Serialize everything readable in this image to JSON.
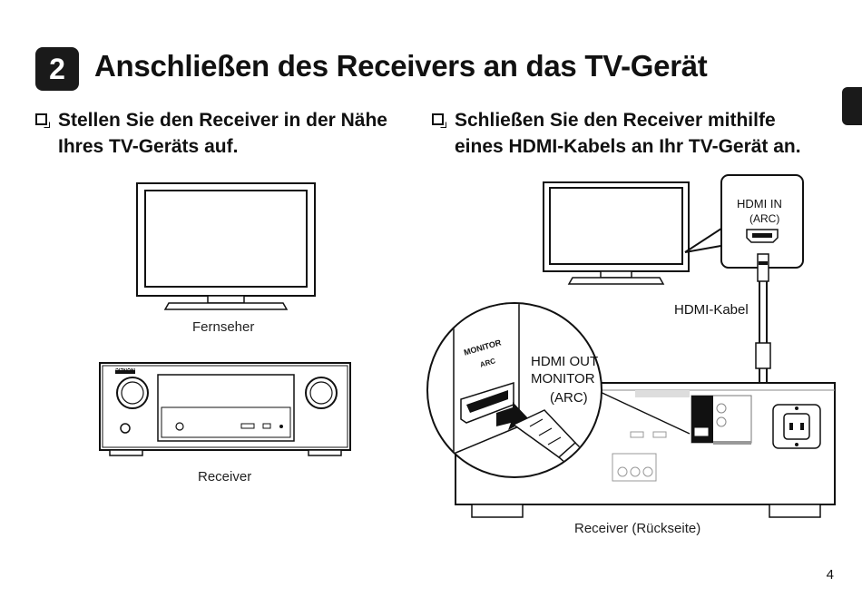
{
  "header": {
    "step_number": "2",
    "title": "Anschließen des Receivers an das TV-Gerät"
  },
  "instructions": [
    {
      "line1": "Stellen Sie den Receiver in der Nähe",
      "line2": "Ihres TV-Geräts auf."
    },
    {
      "line1": "Schließen Sie den Receiver mithilfe",
      "line2": "eines HDMI-Kabels an Ihr TV-Gerät an."
    }
  ],
  "left_diagram": {
    "tv_caption": "Fernseher",
    "receiver_caption": "Receiver",
    "brand": "DENON"
  },
  "right_diagram": {
    "hdmi_in_label": "HDMI IN",
    "hdmi_in_arc": "(ARC)",
    "cable_label": "HDMI-Kabel",
    "port_panel_label_1": "MONITOR",
    "port_panel_label_2": "ARC",
    "hdmi_out_line1": "HDMI OUT",
    "hdmi_out_line2": "MONITOR",
    "hdmi_out_line3": "(ARC)",
    "receiver_back_caption": "Receiver (Rückseite)"
  },
  "footer": {
    "page_number": "4"
  }
}
